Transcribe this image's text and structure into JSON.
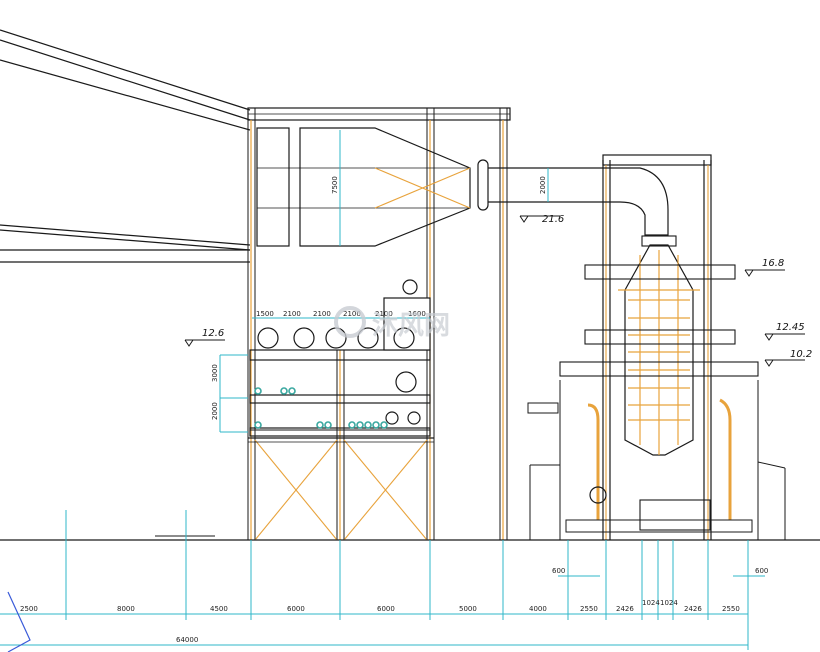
{
  "colors": {
    "structure": "#1a1a1a",
    "steel": "#e8a33c",
    "dimension": "#2fb7c9",
    "port": "#3aa8a0",
    "background": "#ffffff"
  },
  "watermark": {
    "brand": "沐风网"
  },
  "levels": [
    "21.6",
    "16.8",
    "12.45",
    "10.2",
    "12.6"
  ],
  "spans": [
    "7500",
    "2000",
    "3000",
    "2000"
  ],
  "port_spacing": [
    "1500",
    "2100",
    "2100",
    "2100",
    "2100",
    "1600"
  ],
  "bottom_dims": [
    "2500",
    "8000",
    "4500",
    "6000",
    "6000",
    "5000",
    "4000",
    "2550",
    "2426",
    "1024",
    "1024",
    "2426",
    "2550"
  ],
  "offsets": [
    "600",
    "600"
  ],
  "total": "64000"
}
